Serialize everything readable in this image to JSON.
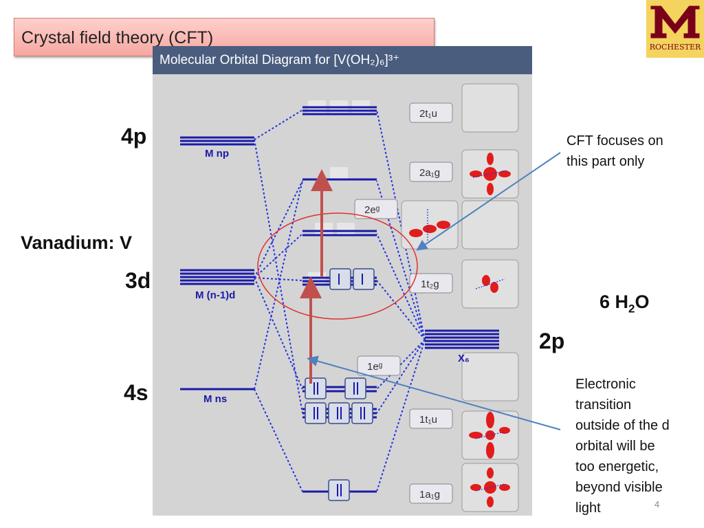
{
  "slide": {
    "title": "Crystal field theory (CFT)",
    "logo_text": "ROCHESTER",
    "page_number": "4"
  },
  "figure": {
    "header": "Molecular Orbital Diagram for [V(OH₂)₆]³⁺",
    "metal_levels": {
      "np": "M np",
      "n1d": "M (n-1)d",
      "ns": "M ns"
    },
    "ligand_level": "X₆",
    "mo_labels": [
      "2t₁u",
      "2a₁g",
      "2eᵍ",
      "1t₂g",
      "1eᵍ",
      "1t₁u",
      "1a₁g"
    ]
  },
  "labels": {
    "p4": "4p",
    "metal": "Vanadium: V",
    "d3": "3d",
    "s4": "4s",
    "water_prefix": "6 H",
    "water_sub": "2",
    "water_suffix": "O",
    "p2": "2p"
  },
  "notes": {
    "cft_line1": "CFT focuses on",
    "cft_line2": "this part only",
    "trans_lines": [
      "Electronic",
      "transition",
      "outside of the d",
      "orbital will be",
      "too energetic,",
      "beyond visible",
      "light"
    ]
  },
  "colors": {
    "level": "#1a1aa8",
    "dashed": "#2233dd",
    "arrow": "#c0504d",
    "ellipse": "#e03030",
    "pointer": "#4f81bd"
  }
}
